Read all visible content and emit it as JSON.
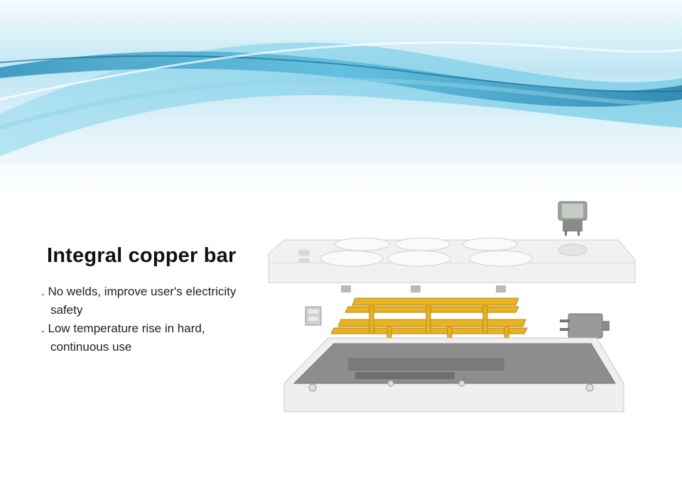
{
  "headline": "Integral copper bar",
  "bullets": [
    ". No welds, improve user's electricity safety",
    ". Low temperature rise in hard, continuous use"
  ],
  "colors": {
    "banner_light": "#e9f6fb",
    "banner_mid": "#7fd0e8",
    "banner_dark": "#2b8fb9",
    "copper": "#e8b224",
    "housing": "#f2f2f2",
    "base": "#8c8c8c"
  }
}
